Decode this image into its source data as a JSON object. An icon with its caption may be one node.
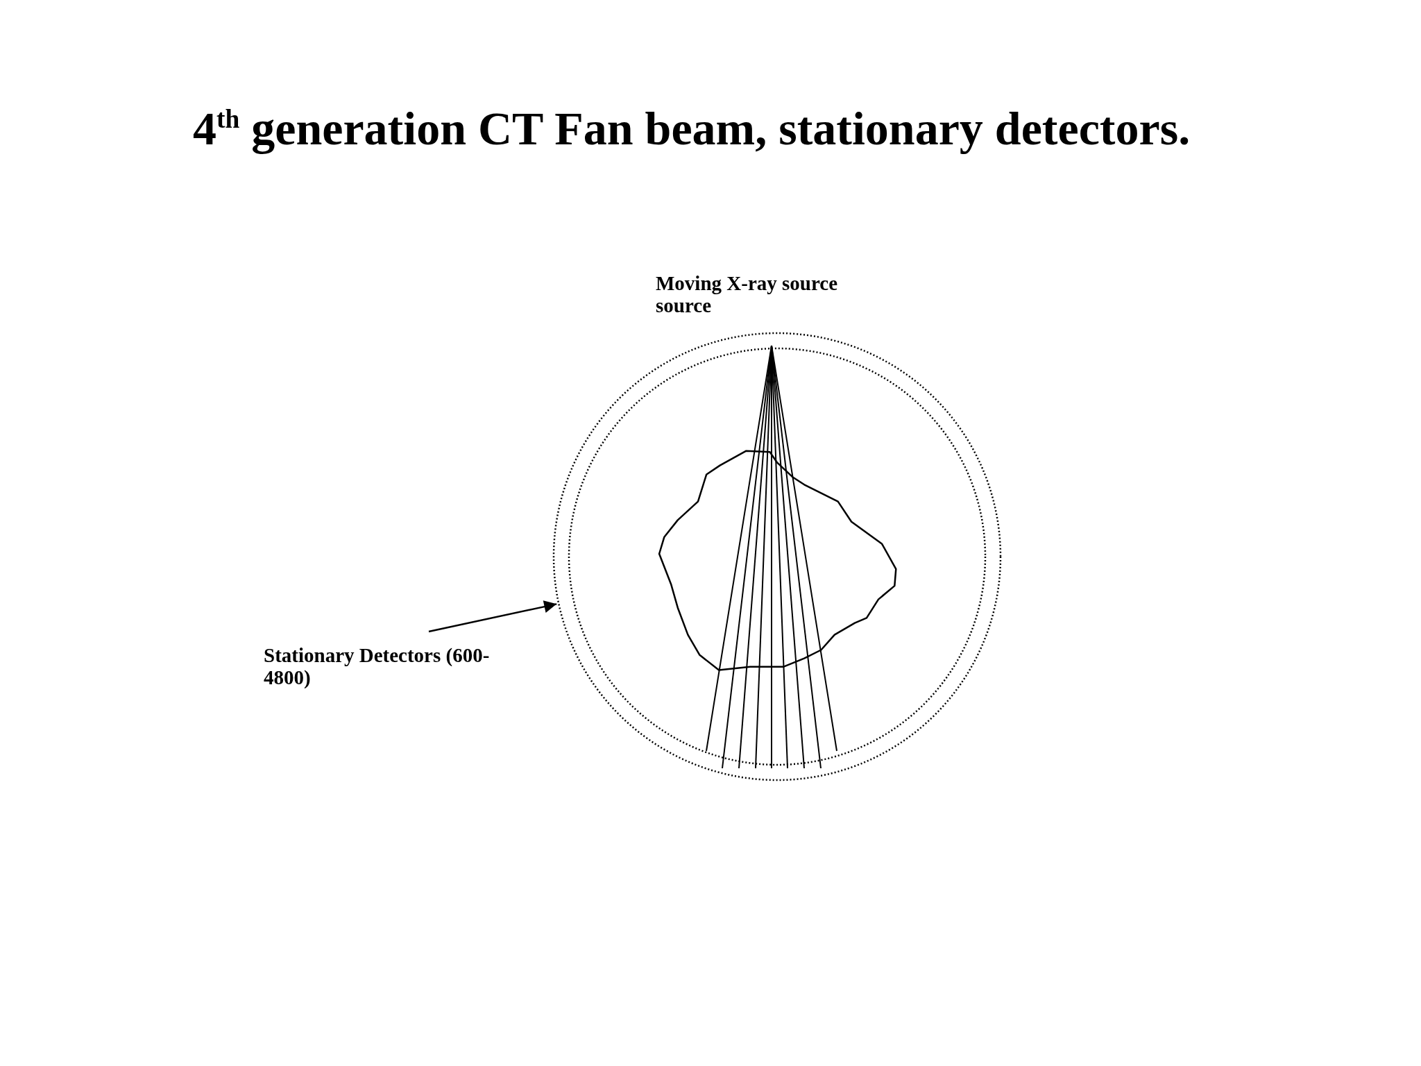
{
  "diagram": {
    "title": "4$^{th}$ generation CT Fan beam, stationary detectors.",
    "nodes": [
      {
        "text": [
          "Stationary Detectors (600-4800)"
        ]
      },
      {
        "text": [],
        "shape": "circle"
      }
    ],
    "edges": [
      {
        "from": 0,
        "to": 1,
        "arrow": "to"
      }
    ],
    "labels": [
      "Moving X-ray source source"
    ]
  }
}
